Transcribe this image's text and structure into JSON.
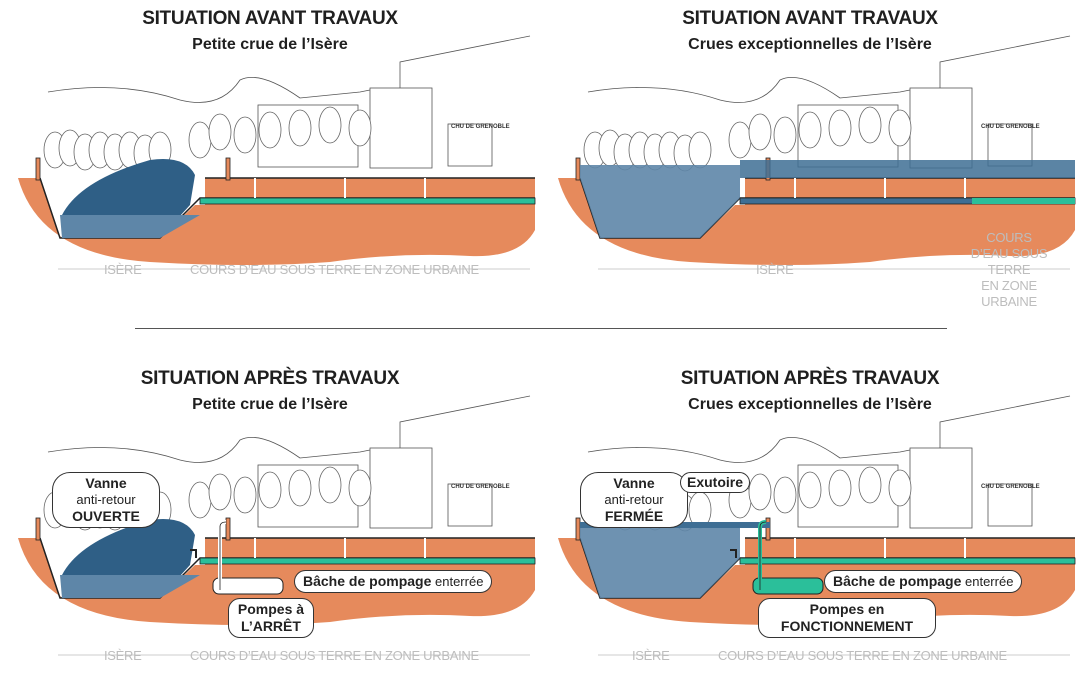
{
  "colors": {
    "soil": "#e68a5c",
    "river_dark": "#2f5f86",
    "river_light": "#5e86a8",
    "flood": "#3e6e94",
    "pipe_water": "#2bbf9a",
    "dim_text": "#bdbdbd",
    "line": "#333333"
  },
  "panels": [
    {
      "title": "SITUATION AVANT TRAVAUX",
      "subtitle": "Petite crue de l’Isère",
      "sign": "CHU DE GRENOBLE",
      "dims": {
        "left": "ISÈRE",
        "right": "COURS D’EAU SOUS TERRE EN ZONE URBAINE"
      }
    },
    {
      "title": "SITUATION AVANT TRAVAUX",
      "subtitle": "Crues exceptionnelles de l’Isère",
      "sign": "CHU DE GRENOBLE",
      "dims": {
        "left": "ISÈRE",
        "right_lines": [
          "COURS",
          "D’EAU SOUS",
          "TERRE",
          "EN ZONE",
          "URBAINE"
        ]
      }
    },
    {
      "title": "SITUATION APRÈS TRAVAUX",
      "subtitle": "Petite crue de l’Isère",
      "sign": "CHU DE GRENOBLE",
      "callouts": {
        "vanne": {
          "line1": "Vanne",
          "line2": "anti-retour",
          "line3": "OUVERTE"
        },
        "bache": {
          "bold": "Bâche de pompage",
          "normal": "enterrée"
        },
        "pompes": {
          "line1": "Pompes à",
          "line2": "L’ARRÊT"
        }
      },
      "dims": {
        "left": "ISÈRE",
        "right": "COURS D’EAU SOUS TERRE EN ZONE URBAINE"
      }
    },
    {
      "title": "SITUATION APRÈS TRAVAUX",
      "subtitle": "Crues exceptionnelles de l’Isère",
      "sign": "CHU DE GRENOBLE",
      "callouts": {
        "vanne": {
          "line1": "Vanne",
          "line2": "anti-retour",
          "line3": "FERMÉE"
        },
        "exutoire": "Exutoire",
        "bache": {
          "bold": "Bâche de pompage",
          "normal": "enterrée"
        },
        "pompes": {
          "line1": "Pompes en",
          "line2": "FONCTIONNEMENT"
        }
      },
      "dims": {
        "left": "ISÈRE",
        "right": "COURS D’EAU SOUS TERRE EN ZONE URBAINE"
      }
    }
  ]
}
